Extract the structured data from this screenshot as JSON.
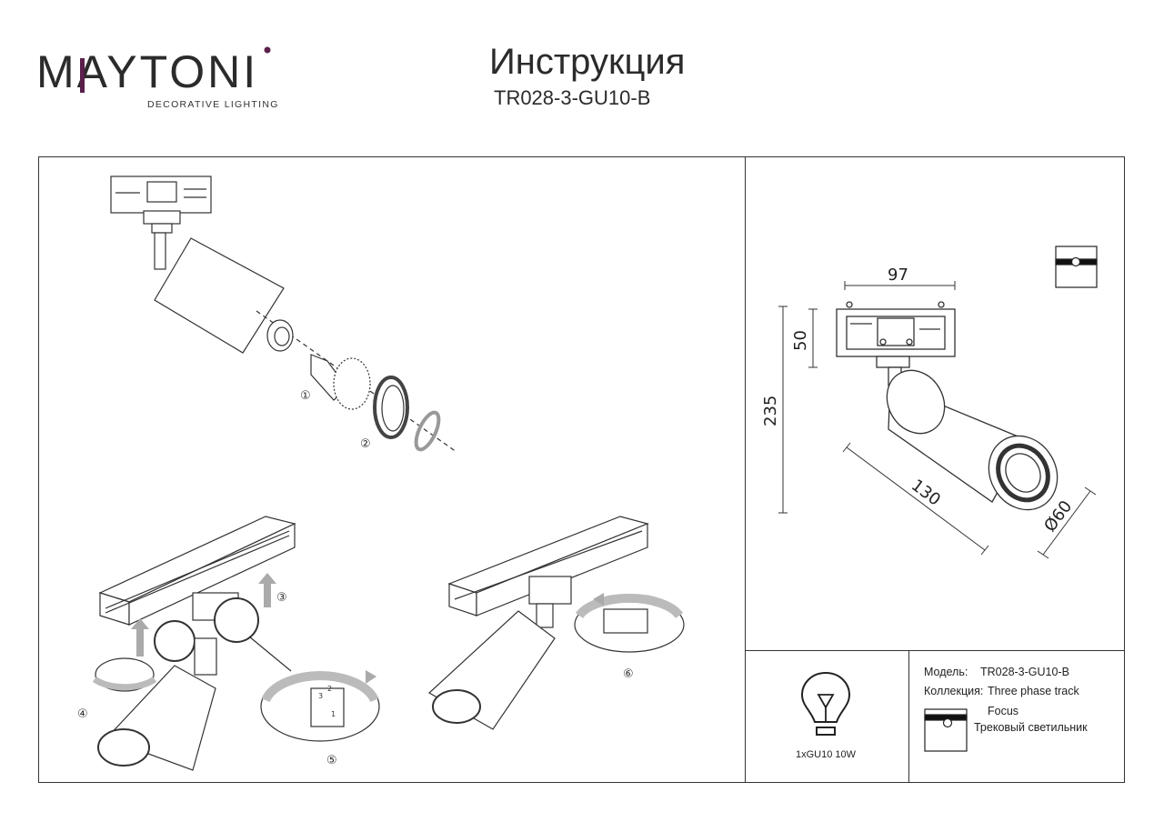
{
  "brand": {
    "logo_text": "MAYTONI",
    "logo_subtitle": "DECORATIVE LIGHTING",
    "accent_color": "#5a1f4a"
  },
  "header": {
    "title": "Инструкция",
    "model_code": "TR028-3-GU10-B"
  },
  "steps": {
    "labels": [
      "①",
      "②",
      "③",
      "④",
      "⑤",
      "⑥"
    ],
    "ring_markings": [
      "1",
      "2",
      "3"
    ]
  },
  "dimensions": {
    "width": "97",
    "base_height": "50",
    "total_height": "235",
    "length": "130",
    "diameter": "Ø60"
  },
  "info": {
    "model_label": "Модель:",
    "model_value": "TR028-3-GU10-B",
    "collection_label": "Коллекция:",
    "collection_value": "Three phase track",
    "series": "Focus",
    "type": "Трековый светильник",
    "lamp": "1xGU10 10W"
  },
  "icons": {
    "track_mount": "track-mount-icon",
    "bulb": "bulb-icon"
  }
}
